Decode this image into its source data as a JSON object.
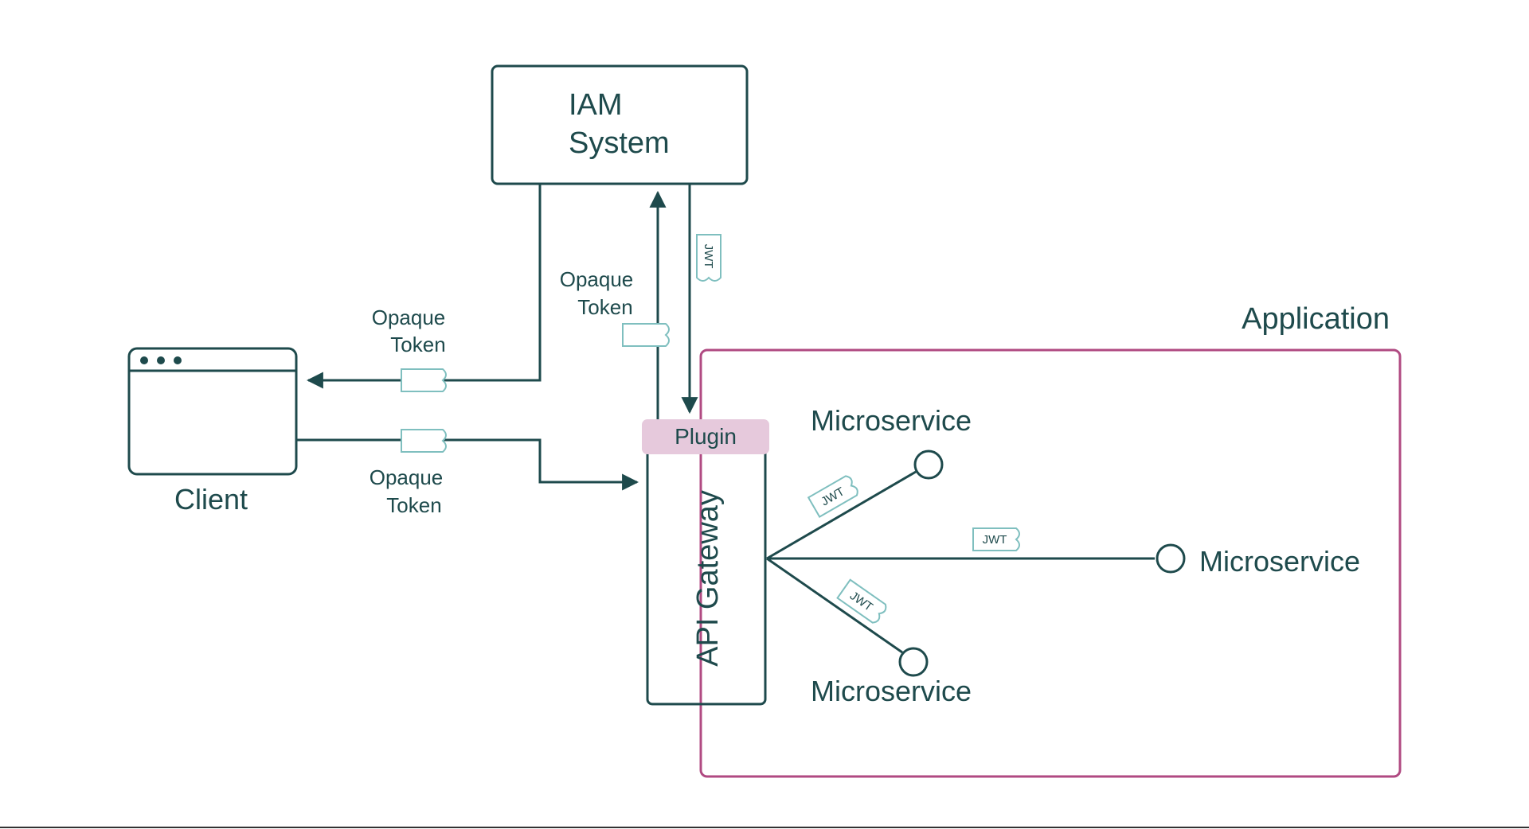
{
  "nodes": {
    "iam_line1": "IAM",
    "iam_line2": "System",
    "client": "Client",
    "application": "Application",
    "plugin": "Plugin",
    "api_gateway": "API Gateway",
    "microservice_top": "Microservice",
    "microservice_right": "Microservice",
    "microservice_bottom": "Microservice"
  },
  "edges": {
    "opaque_token_line1": "Opaque",
    "opaque_token_line2": "Token",
    "jwt": "JWT"
  },
  "colors": {
    "ink": "#1e4a4c",
    "application_border": "#b04a82",
    "plugin_fill": "#e6c9dc",
    "token_outline": "#7fbfbf"
  },
  "icons": {
    "client": "browser-window-icon",
    "token": "ticket-icon"
  }
}
